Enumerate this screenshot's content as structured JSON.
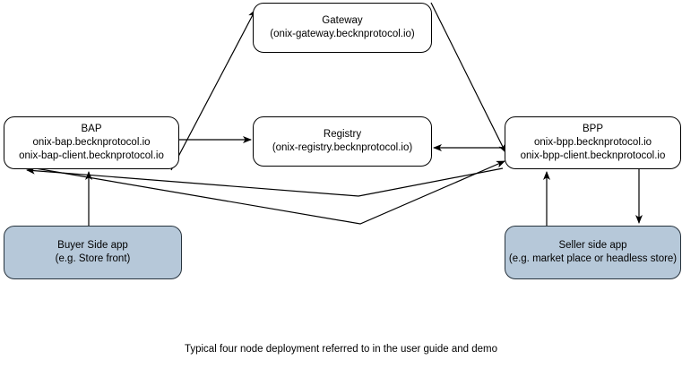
{
  "diagram": {
    "caption": "Typical four node deployment referred to in the user guide and demo",
    "colors": {
      "node_fill": "#ffffff",
      "shaded_node_fill": "#b6c8d9",
      "stroke": "#000000",
      "shaded_stroke": "#27333d",
      "background": "#ffffff"
    },
    "nodes": [
      {
        "id": "gateway",
        "title": "Gateway",
        "subtitle": "(onix-gateway.becknprotocol.io)",
        "style": "plain"
      },
      {
        "id": "bap",
        "title": "BAP",
        "subtitle": "onix-bap.becknprotocol.io",
        "subtitle2": "onix-bap-client.becknprotocol.io",
        "style": "plain"
      },
      {
        "id": "registry",
        "title": "Registry",
        "subtitle": "(onix-registry.becknprotocol.io)",
        "style": "plain"
      },
      {
        "id": "bpp",
        "title": "BPP",
        "subtitle": "onix-bpp.becknprotocol.io",
        "subtitle2": "onix-bpp-client.becknprotocol.io",
        "style": "plain"
      },
      {
        "id": "buyer",
        "title": "Buyer Side app",
        "subtitle": "(e.g. Store front)",
        "style": "shaded"
      },
      {
        "id": "seller",
        "title": "Seller side app",
        "subtitle": "(e.g. market place or headless store)",
        "style": "shaded"
      }
    ],
    "edges": [
      {
        "id": "bap-to-gateway",
        "from": "bap",
        "to": "gateway",
        "direction": "one-way",
        "shape": "diagonal"
      },
      {
        "id": "gateway-to-bpp",
        "from": "gateway",
        "to": "bpp",
        "direction": "one-way",
        "shape": "diagonal"
      },
      {
        "id": "bap-to-registry",
        "from": "bap",
        "to": "registry",
        "direction": "one-way",
        "shape": "straight"
      },
      {
        "id": "bpp-to-registry",
        "from": "bpp",
        "to": "registry",
        "direction": "one-way",
        "shape": "straight"
      },
      {
        "id": "bpp-to-bap",
        "from": "bpp",
        "to": "bap",
        "direction": "one-way",
        "shape": "chevron"
      },
      {
        "id": "bap-to-bpp",
        "from": "bap",
        "to": "bpp",
        "direction": "one-way",
        "shape": "chevron"
      },
      {
        "id": "buyer-to-bap",
        "from": "buyer",
        "to": "bap",
        "direction": "one-way",
        "shape": "vertical"
      },
      {
        "id": "seller-to-bpp",
        "from": "seller",
        "to": "bpp",
        "direction": "one-way",
        "shape": "vertical"
      },
      {
        "id": "bpp-to-seller",
        "from": "bpp",
        "to": "seller",
        "direction": "one-way",
        "shape": "vertical"
      }
    ]
  }
}
